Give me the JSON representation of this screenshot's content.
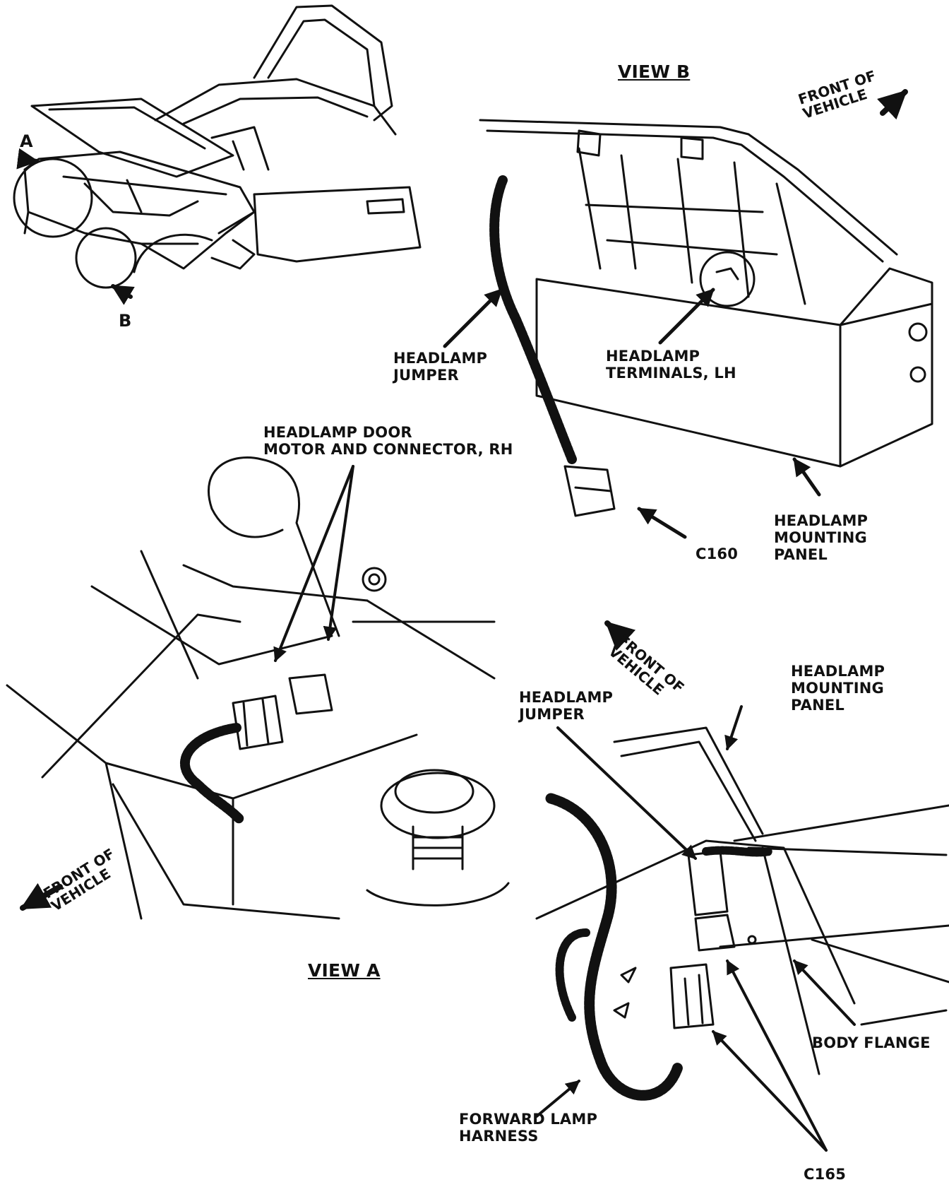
{
  "titles": {
    "view_b": "VIEW B",
    "view_a": "VIEW A"
  },
  "marker_letters": {
    "a": "A",
    "b": "B"
  },
  "labels": {
    "front_b": [
      "FRONT OF",
      "VEHICLE"
    ],
    "jumper_b": [
      "HEADLAMP",
      "JUMPER"
    ],
    "terminals_b": [
      "HEADLAMP",
      "TERMINALS, LH"
    ],
    "mounting_b": [
      "HEADLAMP",
      "MOUNTING",
      "PANEL"
    ],
    "c160": "C160",
    "door_motor": [
      "HEADLAMP DOOR",
      "MOTOR AND CONNECTOR, RH"
    ],
    "front_a": [
      "FRONT OF",
      "VEHICLE"
    ],
    "front_c": [
      "FRONT OF",
      "VEHICLE"
    ],
    "jumper_c": [
      "HEADLAMP",
      "JUMPER"
    ],
    "mounting_c": [
      "HEADLAMP",
      "MOUNTING",
      "PANEL"
    ],
    "body_flange": "BODY FLANGE",
    "forward_harness": [
      "FORWARD LAMP",
      "HARNESS"
    ],
    "c165": "C165"
  },
  "colors": {
    "ink": "#111111",
    "paper": "#ffffff"
  }
}
